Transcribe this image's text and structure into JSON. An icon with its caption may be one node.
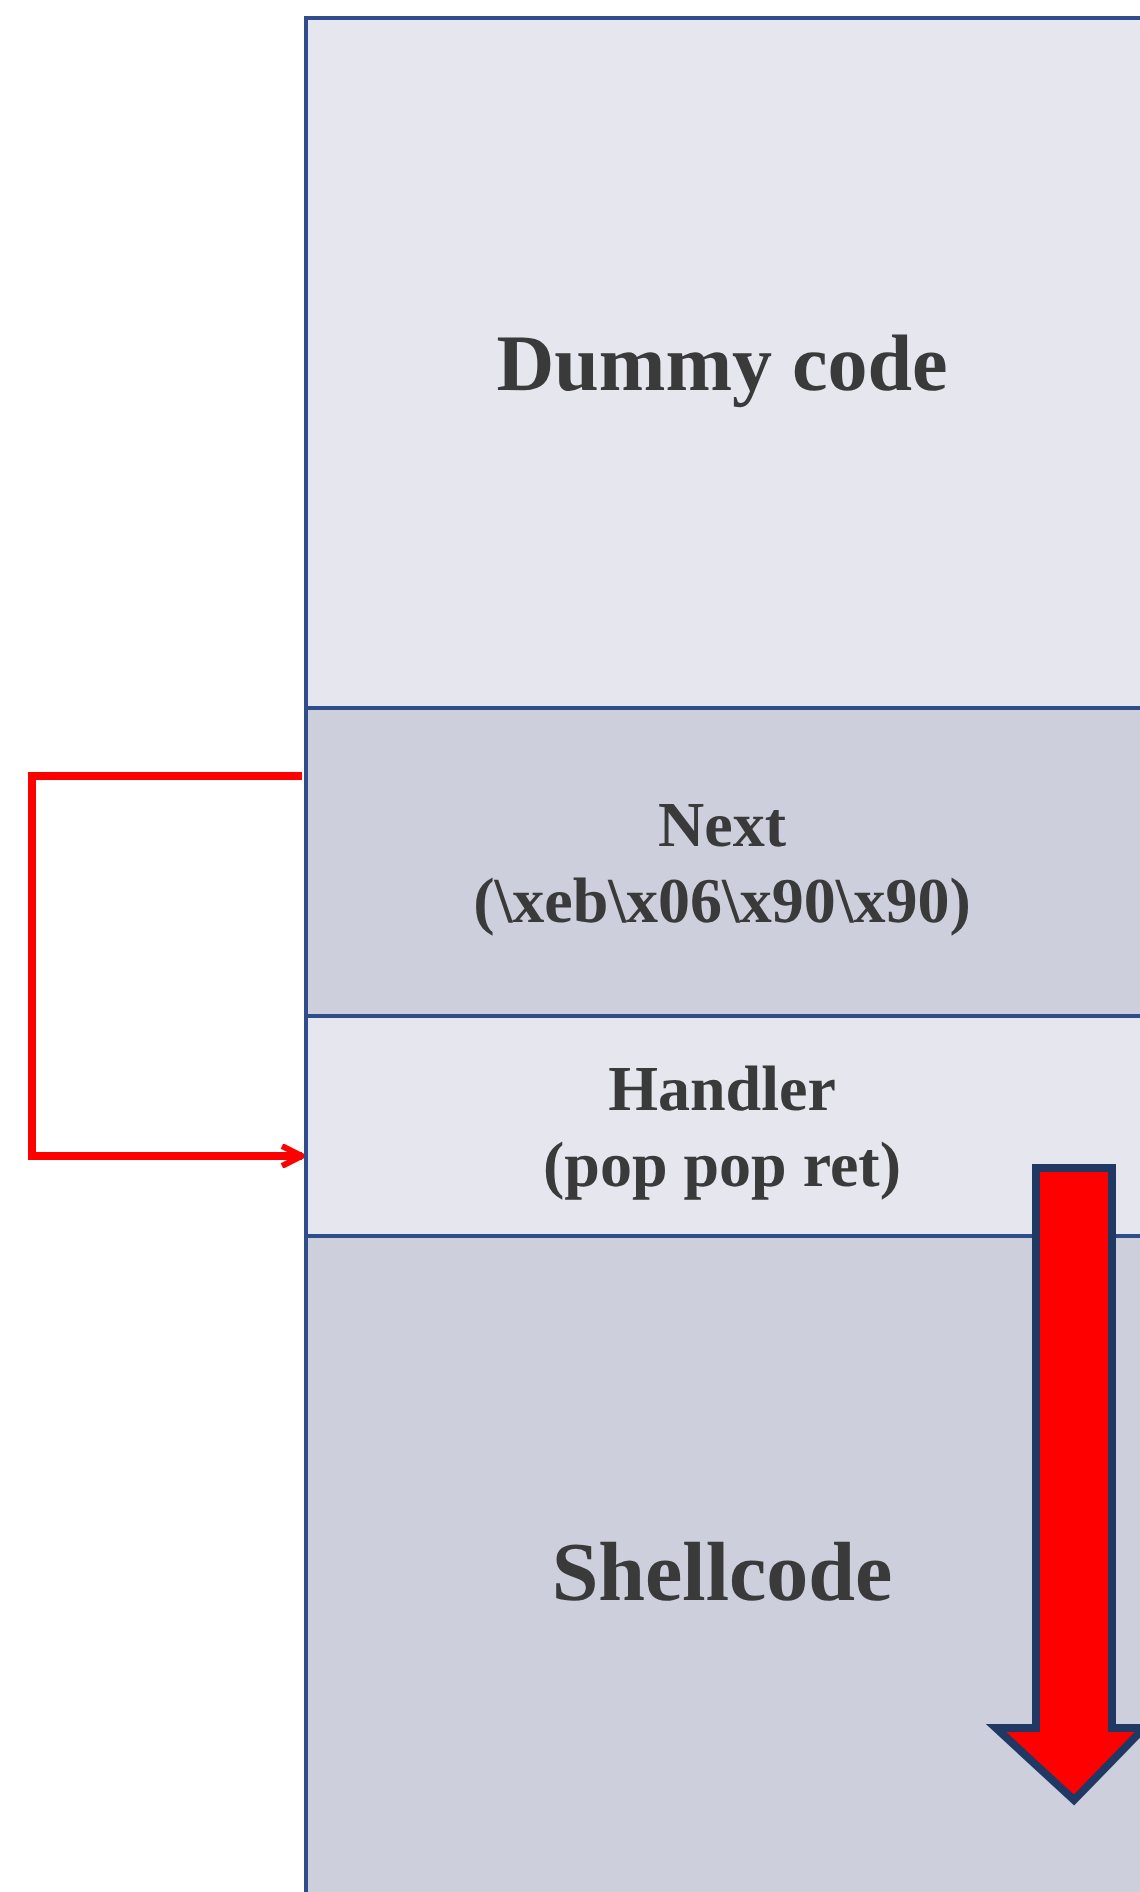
{
  "diagram": {
    "nodes": [
      {
        "text": [
          "Dummy code"
        ]
      },
      {
        "text": [
          "Next",
          "(\\xeb\\x06\\x90\\x90)"
        ]
      },
      {
        "text": [
          "Handler",
          "(pop pop ret)"
        ]
      },
      {
        "text": [
          "Shellcode"
        ]
      }
    ],
    "edges": [
      {
        "from": 1,
        "to": 2,
        "arrow": "to",
        "color": "#ff0000"
      }
    ]
  }
}
